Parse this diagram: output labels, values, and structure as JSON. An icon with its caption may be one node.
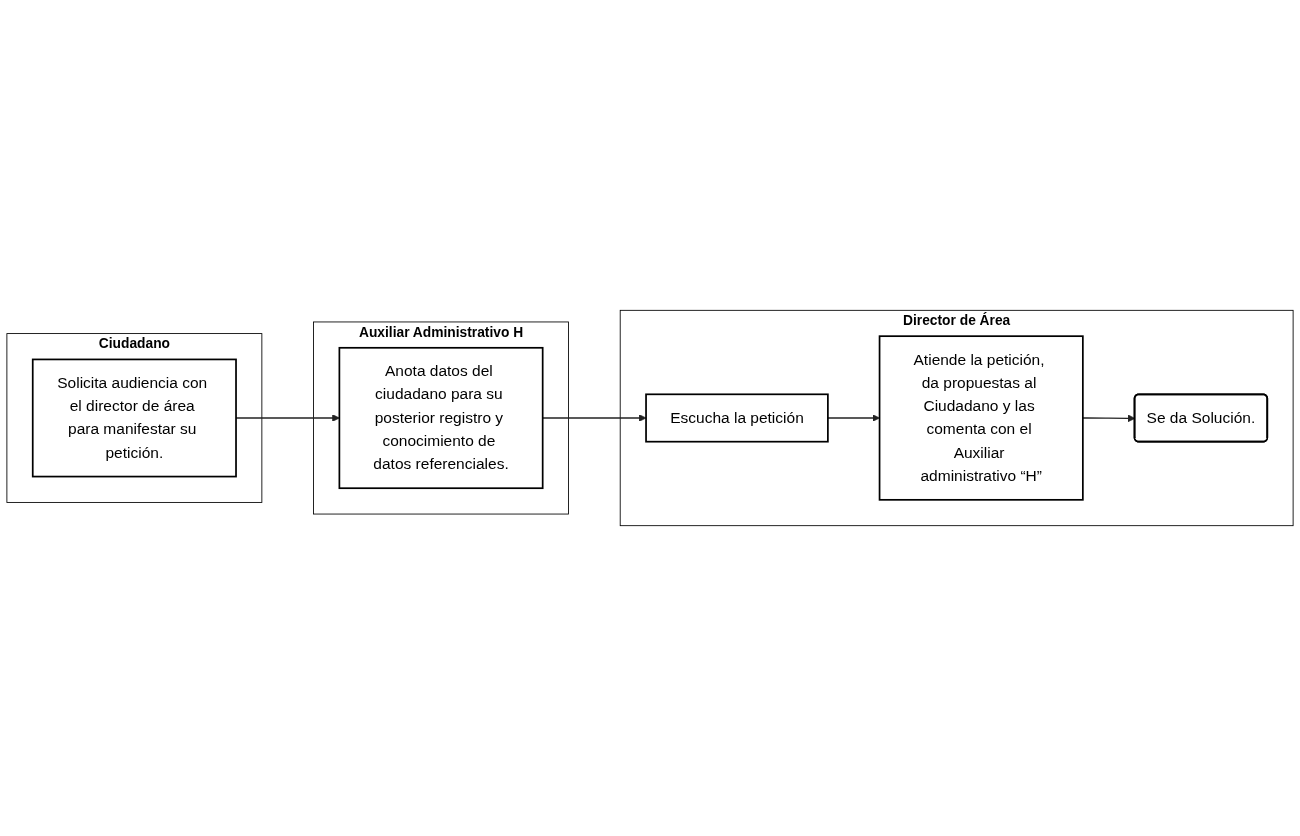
{
  "diagram": {
    "nodes": [
      {
        "text": [
          "Ciudadano"
        ]
      },
      {
        "text": [
          "Solicita audiencia con el director de área para manifestar su petición."
        ],
        "in": 0
      },
      {
        "text": [
          "Auxiliar Administrativo H"
        ]
      },
      {
        "text": [
          "Anota datos del ciudadano para su posterior registro y conocimiento de datos referenciales."
        ],
        "in": 2
      },
      {
        "text": [
          "Director de Área"
        ]
      },
      {
        "text": [
          "Escucha la petición"
        ],
        "in": 4
      },
      {
        "text": [
          "Atiende la petición, da propuestas al Ciudadano y las comenta con el Auxiliar administrativo “H”"
        ],
        "in": 4
      },
      {
        "text": [
          "Se da Solución."
        ],
        "in": 4
      }
    ],
    "edges": [
      {
        "from": 1,
        "to": 3,
        "arrow": "to"
      },
      {
        "from": 3,
        "to": 5,
        "arrow": "to"
      },
      {
        "from": 5,
        "to": 6,
        "arrow": "to"
      },
      {
        "from": 6,
        "to": 7,
        "arrow": "to"
      }
    ]
  }
}
